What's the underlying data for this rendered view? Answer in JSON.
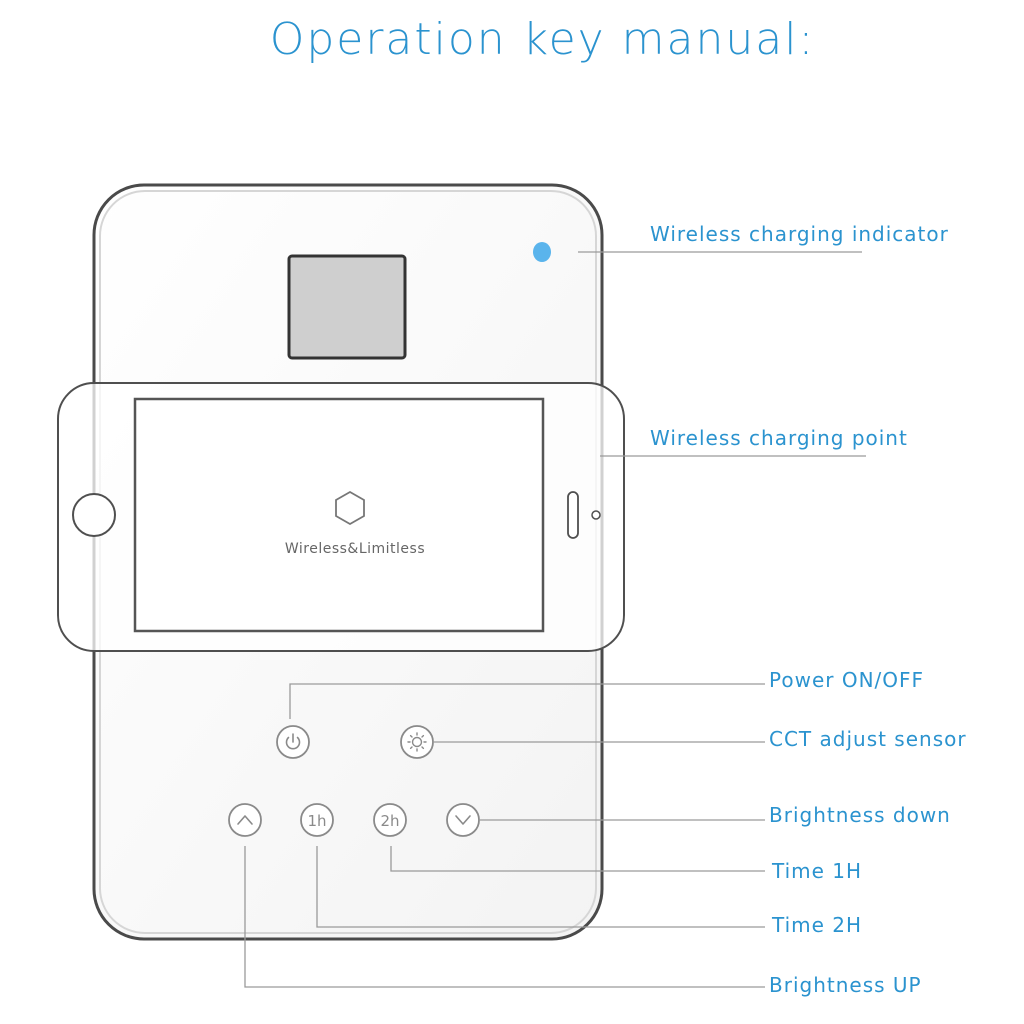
{
  "title": "Operation key manual:",
  "screen": {
    "text": "Wireless&Limitless"
  },
  "keys": {
    "up": "",
    "one_hour": "1h",
    "two_hour": "2h",
    "down": ""
  },
  "labels": {
    "wireless_indicator": "Wireless charging indicator",
    "wireless_point": "Wireless charging point",
    "power": "Power ON/OFF",
    "cct": "CCT adjust sensor",
    "brightness_down": "Brightness down",
    "time_1h": "Time 1H",
    "time_2h": "Time 2H",
    "brightness_up": "Brightness  UP"
  },
  "colors": {
    "accent": "#2b93cf",
    "indicator": "#5ab4ec",
    "outline": "#555555"
  }
}
